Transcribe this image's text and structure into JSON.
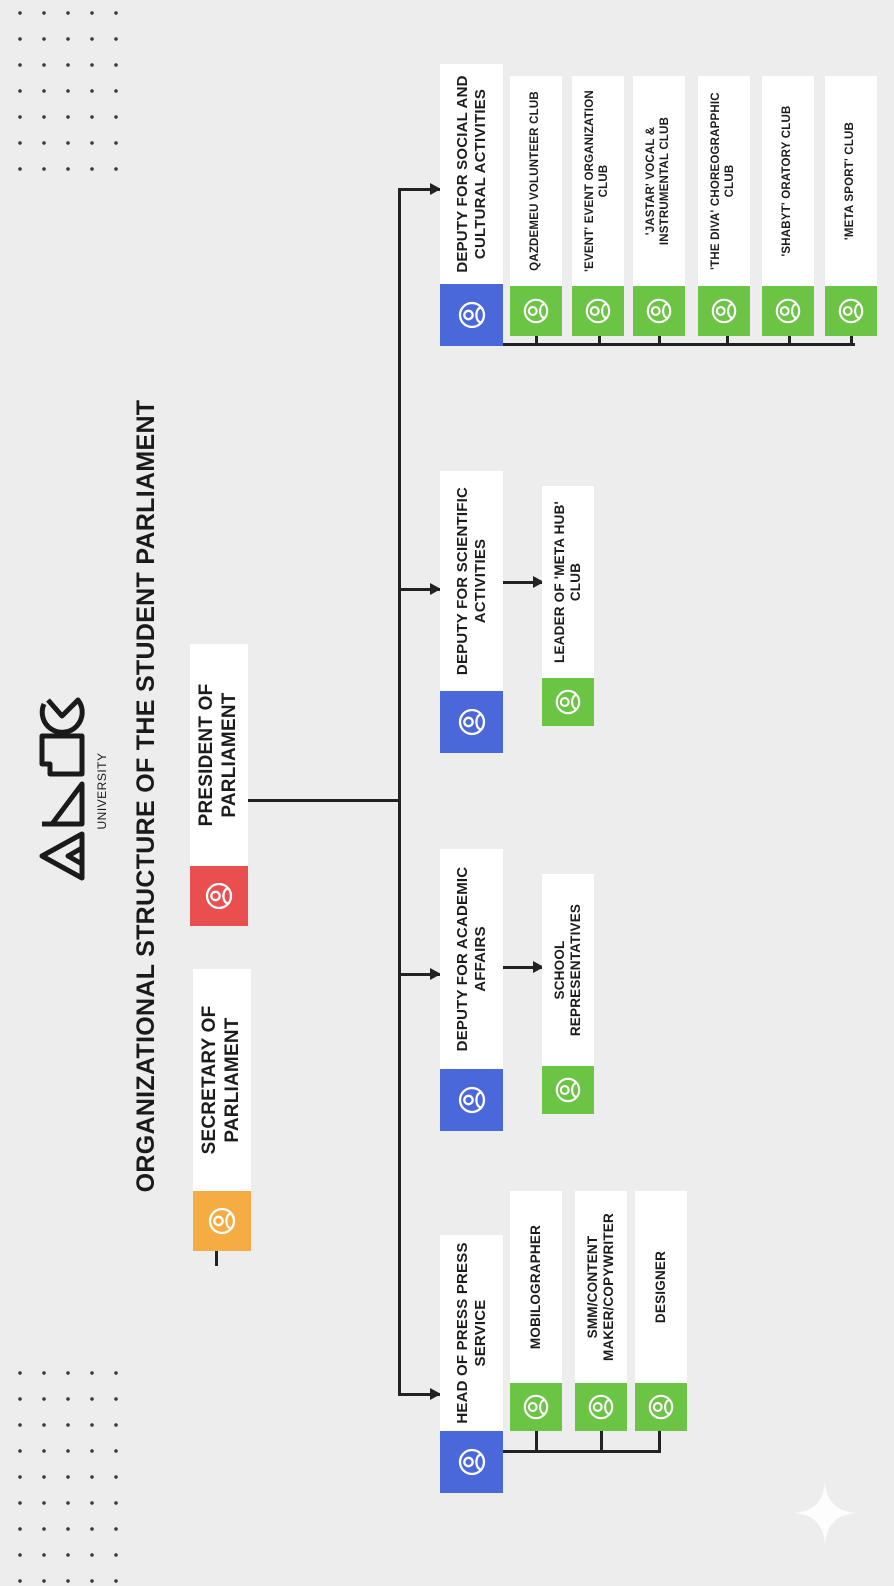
{
  "title": "ORGANIZATIONAL STRUCTURE OF THE STUDENT PARLIAMENT",
  "logo": {
    "sub": "UNIVERSITY"
  },
  "icon": "person-circle-icon",
  "colors": {
    "blue": "#4a68d9",
    "green": "#6cc444",
    "red": "#ea4f4f",
    "orange": "#f5ad43",
    "background": "#ededed"
  },
  "president": {
    "label": "PRESIDENT OF PARLIAMENT"
  },
  "secretary": {
    "label": "SECRETARY OF PARLIAMENT"
  },
  "deputies": [
    {
      "label": "HEAD OF PRESS PRESS SERVICE",
      "children": [
        "MOBILOGRAPHER",
        "SMM/CONTENT MAKER/COPYWRITER",
        "DESIGNER"
      ]
    },
    {
      "label": "DEPUTY FOR ACADEMIC AFFAIRS",
      "children": [
        "SCHOOL REPRESENTATIVES"
      ]
    },
    {
      "label": "DEPUTY FOR SCIENTIFIC ACTIVITIES",
      "children": [
        "LEADER OF 'META HUB' CLUB"
      ]
    },
    {
      "label": "DEPUTY FOR SOCIAL AND CULTURAL ACTIVITIES",
      "children": [
        "QAZDEMEU VOLUNTEER CLUB",
        "'EVENT' EVENT ORGANIZATION CLUB",
        "'JASTAR' VOCAL & INSTRUMENTAL CLUB",
        "'THE DIVA' CHOREOGRAPPHIC CLUB",
        "'SHABYT' ORATORY CLUB",
        "'META SPORT' CLUB"
      ]
    }
  ]
}
